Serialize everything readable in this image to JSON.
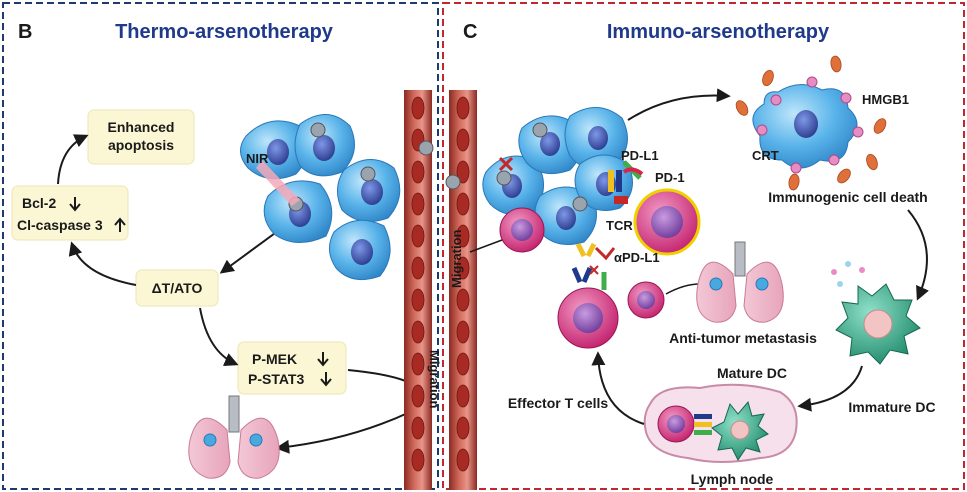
{
  "panels": {
    "left": {
      "letter": "B",
      "title": "Thermo-arsenotherapy",
      "frame_color": "#1f3a6e"
    },
    "right": {
      "letter": "C",
      "title": "Immuno-arsenotherapy",
      "frame_color": "#c0282d"
    }
  },
  "thermo": {
    "enhanced_apoptosis": [
      "Enhanced",
      "apoptosis"
    ],
    "bcl2": "Bcl-2",
    "cl_caspase": "Cl-caspase 3",
    "nir": "NIR",
    "dt_ato": "ΔT/ATO",
    "p_mek": "P-MEK",
    "p_stat3": "P-STAT3",
    "migration": "Migration"
  },
  "immuno": {
    "migration": "Migration",
    "pdl1": "PD-L1",
    "pd1": "PD-1",
    "tcr": "TCR",
    "apdl1": "αPD-L1",
    "hmgb1": "HMGB1",
    "crt": "CRT",
    "icd": "Immunogenic cell death",
    "anti_tumor": "Anti-tumor metastasis",
    "mature_dc": "Mature DC",
    "immature_dc": "Immature DC",
    "effector_t": "Effector T cells",
    "lymph_node": "Lymph node"
  },
  "colors": {
    "title_blue": "#1f3a8a",
    "tumor_cell": "#4aa8e0",
    "nucleus": "#3b4ea8",
    "vessel": "#b8433a",
    "t_cell": "#d9367a",
    "box_fill": "#fbf7d4"
  }
}
